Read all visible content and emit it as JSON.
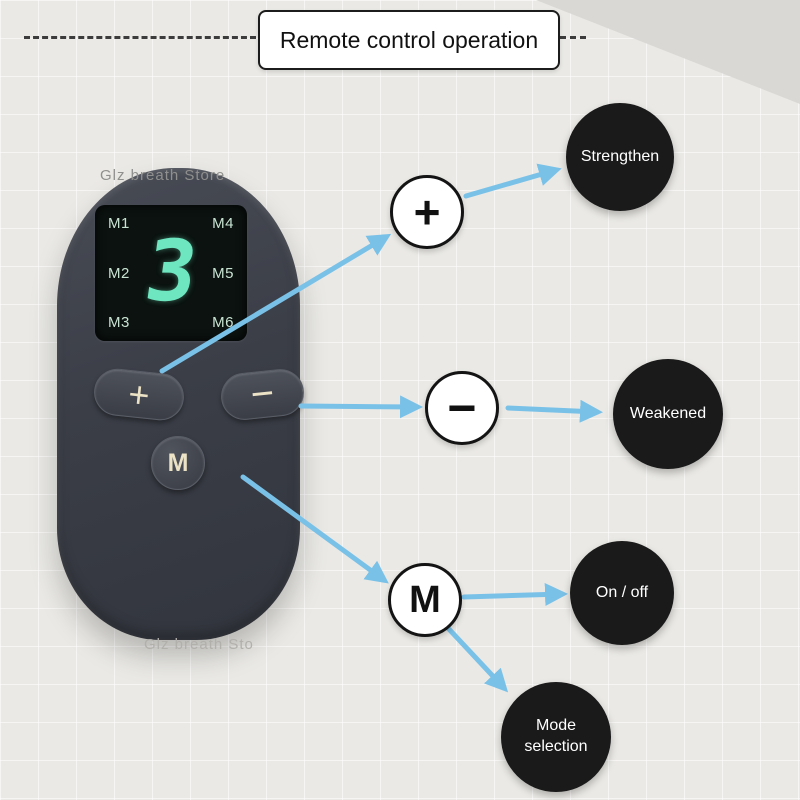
{
  "title": "Remote control operation",
  "watermarks": {
    "top": "Glz breath Store",
    "bottom": "Glz breath Sto"
  },
  "remote": {
    "display": {
      "left_modes": [
        "M1",
        "M2",
        "M3"
      ],
      "right_modes": [
        "M4",
        "M5",
        "M6"
      ],
      "value": "3"
    },
    "buttons": {
      "plus": "+",
      "minus": "−",
      "mode": "M"
    }
  },
  "legend": {
    "plus": {
      "symbol": "+",
      "label": "Strengthen"
    },
    "minus": {
      "symbol": "−",
      "label": "Weakened"
    },
    "mode": {
      "symbol": "M",
      "labels": [
        "On / off",
        "Mode selection"
      ]
    }
  },
  "colors": {
    "arrow": "#7ac1e8",
    "badge_bg": "#1a1a1a",
    "display_text": "#6ee6c0",
    "remote_body": "#3b3e47",
    "background": "#eae9e5"
  }
}
